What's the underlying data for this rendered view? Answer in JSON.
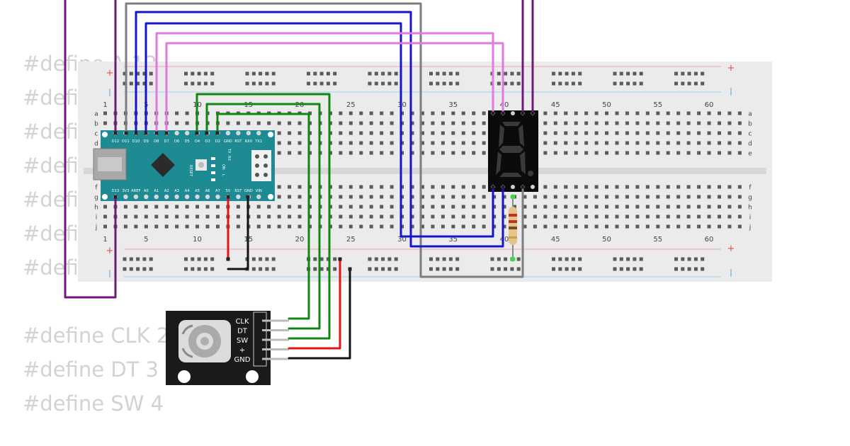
{
  "code_lines": [
    "#define A 12",
    "#define",
    "#define",
    "#define",
    "#define",
    "#define",
    "#define"
  ],
  "code_lines_2": [
    "#define CLK 2",
    "#define DT 3",
    "#define SW 4"
  ],
  "breadboard": {
    "row_letters_top": [
      "a",
      "b",
      "c",
      "d",
      "e"
    ],
    "row_letters_bottom": [
      "f",
      "g",
      "h",
      "i",
      "j"
    ],
    "column_numbers": [
      "1",
      "5",
      "10",
      "15",
      "20",
      "25",
      "30",
      "35",
      "40",
      "45",
      "50",
      "55",
      "60"
    ],
    "rail_plus": "+",
    "rail_minus": "|"
  },
  "arduino": {
    "top_pins": [
      "D12",
      "D11",
      "D10",
      "D9",
      "D8",
      "D7",
      "D6",
      "D5",
      "D4",
      "D3",
      "D2",
      "GND",
      "RST",
      "RX0",
      "TX1"
    ],
    "bottom_pins": [
      "D13",
      "3V3",
      "AREF",
      "A0",
      "A1",
      "A2",
      "A3",
      "A4",
      "A5",
      "A6",
      "A7",
      "5V",
      "RST",
      "GND",
      "VIN"
    ],
    "reset_label": "RESET",
    "led_labels": [
      "TX",
      "RX",
      "ON",
      "L"
    ]
  },
  "encoder": {
    "pins": [
      "CLK",
      "DT",
      "SW",
      "+",
      "GND"
    ]
  },
  "colors": {
    "purple": "#6f1a7a",
    "gray": "#7e7e7e",
    "blue": "#1616c8",
    "pink": "#e07ae0",
    "green": "#118611",
    "red": "#e01414",
    "black": "#141414",
    "board_teal": "#1e8a94"
  }
}
